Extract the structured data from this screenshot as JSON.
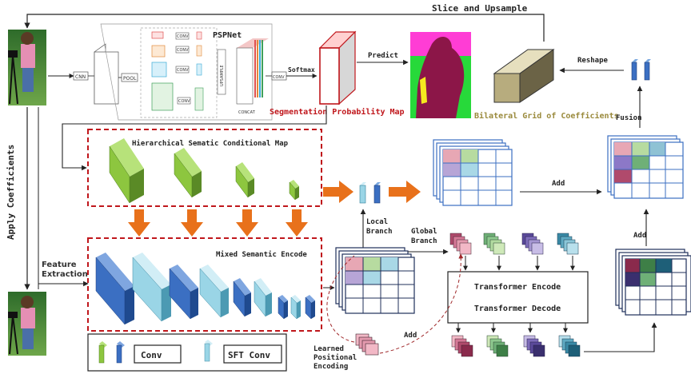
{
  "labels": {
    "slice_upsample": "Slice and  Upsample",
    "pspnet": "PSPNet",
    "softmax": "Softmax",
    "predict": "Predict",
    "reshape": "Reshape",
    "seg_prob_map": "Segmentation Probability Map",
    "bilateral_grid": "Bilateral Grid of Coefficients",
    "hier_map": "Hierarchical Sematic Conditional Map",
    "fusion": "Fusion",
    "add_top": "Add",
    "local_branch": "Local Branch",
    "global_branch": "Global Branch",
    "add_right": "Add",
    "mixed_encode": "Mixed Semantic Encode",
    "apply_coefficients": "Apply Coefficients",
    "feature_extraction": "Feature Extraction",
    "transformer_encode": "Transformer Encode",
    "transformer_decode": "Transformer Decode",
    "add_bottom": "Add",
    "learned_pe": "Learned Positional Encoding",
    "legend_conv": "Conv",
    "legend_sft": "SFT Conv"
  },
  "psp_labels": {
    "cnn": "CNN",
    "pool": "POOL",
    "conv": "CONV",
    "upsample": "UPSAMPLE",
    "concat": "CONCAT"
  },
  "colors": {
    "red": "#c0171c",
    "green": "#8dc63f",
    "blue": "#3b6fc2",
    "lightblue": "#9ad5e6",
    "orange": "#e8711b",
    "olive": "#9a8a3c"
  }
}
